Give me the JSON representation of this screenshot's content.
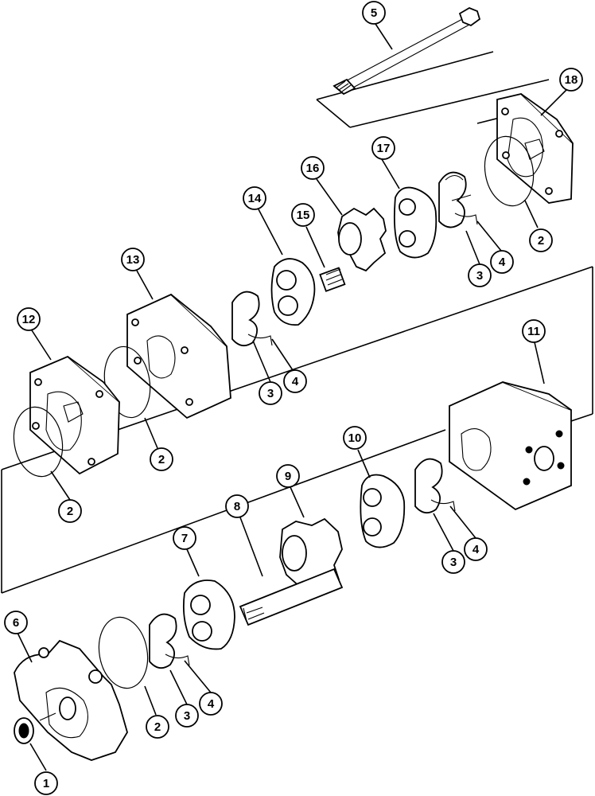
{
  "callouts": [
    {
      "id": "c1",
      "label": "1"
    },
    {
      "id": "c2a",
      "label": "2"
    },
    {
      "id": "c2b",
      "label": "2"
    },
    {
      "id": "c2c",
      "label": "2"
    },
    {
      "id": "c2d",
      "label": "2"
    },
    {
      "id": "c3a",
      "label": "3"
    },
    {
      "id": "c3b",
      "label": "3"
    },
    {
      "id": "c3c",
      "label": "3"
    },
    {
      "id": "c3d",
      "label": "3"
    },
    {
      "id": "c4a",
      "label": "4"
    },
    {
      "id": "c4b",
      "label": "4"
    },
    {
      "id": "c4c",
      "label": "4"
    },
    {
      "id": "c4d",
      "label": "4"
    },
    {
      "id": "c5",
      "label": "5"
    },
    {
      "id": "c6",
      "label": "6"
    },
    {
      "id": "c7",
      "label": "7"
    },
    {
      "id": "c8",
      "label": "8"
    },
    {
      "id": "c9",
      "label": "9"
    },
    {
      "id": "c10",
      "label": "10"
    },
    {
      "id": "c11",
      "label": "11"
    },
    {
      "id": "c12",
      "label": "12"
    },
    {
      "id": "c13",
      "label": "13"
    },
    {
      "id": "c14",
      "label": "14"
    },
    {
      "id": "c15",
      "label": "15"
    },
    {
      "id": "c16",
      "label": "16"
    },
    {
      "id": "c17",
      "label": "17"
    },
    {
      "id": "c18",
      "label": "18"
    }
  ]
}
